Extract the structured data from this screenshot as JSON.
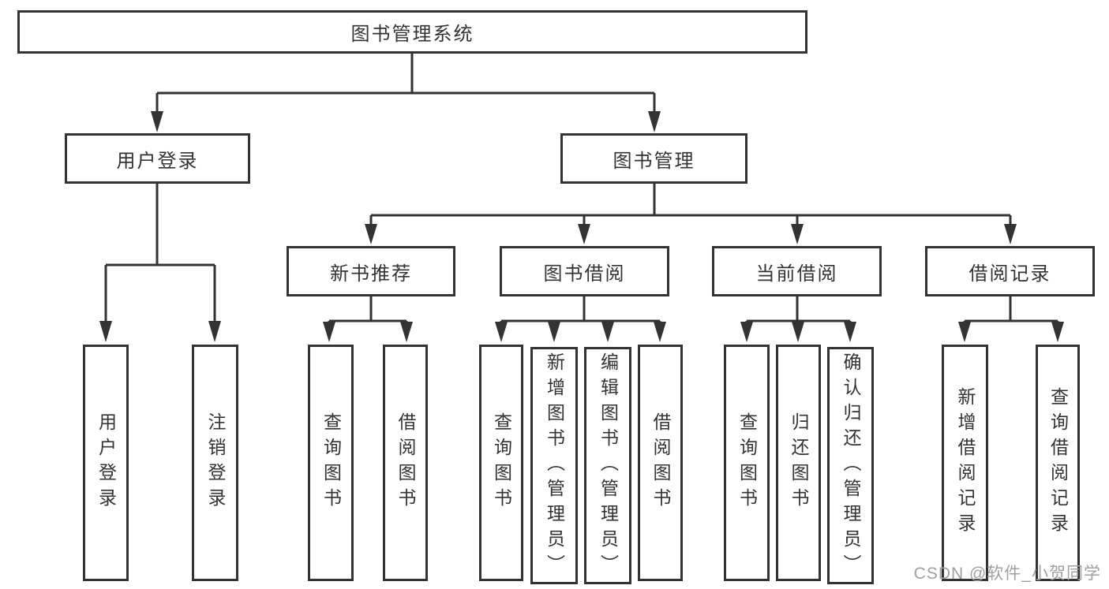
{
  "diagram": {
    "type": "hierarchy",
    "title": "图书管理系统",
    "children": [
      {
        "label": "用户登录",
        "children": [
          {
            "label": "用户登录"
          },
          {
            "label": "注销登录"
          }
        ]
      },
      {
        "label": "图书管理",
        "children": [
          {
            "label": "新书推荐",
            "children": [
              {
                "label": "查询图书"
              },
              {
                "label": "借阅图书"
              }
            ]
          },
          {
            "label": "图书借阅",
            "children": [
              {
                "label": "查询图书"
              },
              {
                "label": "新增图书（管理员）"
              },
              {
                "label": "编辑图书（管理员）"
              },
              {
                "label": "借阅图书"
              }
            ]
          },
          {
            "label": "当前借阅",
            "children": [
              {
                "label": "查询图书"
              },
              {
                "label": "归还图书"
              },
              {
                "label": "确认归还（管理员）"
              }
            ]
          },
          {
            "label": "借阅记录",
            "children": [
              {
                "label": "新增借阅记录"
              },
              {
                "label": "查询借阅记录"
              }
            ]
          }
        ]
      }
    ]
  },
  "colors": {
    "line": "#333333",
    "box_border": "#333333",
    "box_fill": "#ffffff",
    "text": "#333333",
    "watermark": "#a0a0a0",
    "background": "#ffffff"
  },
  "watermark": {
    "text": "CSDN @软件_小贺同学"
  }
}
